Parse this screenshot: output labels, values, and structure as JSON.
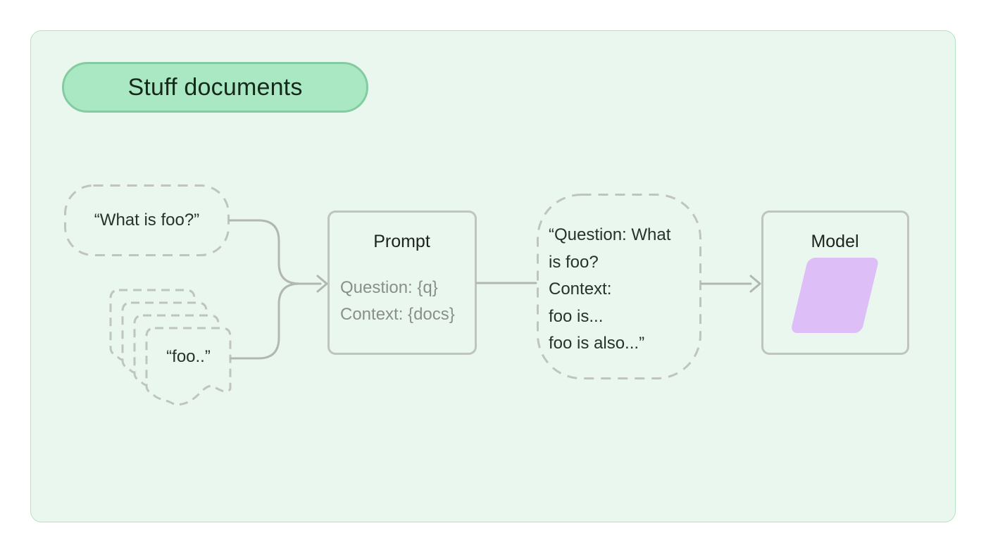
{
  "badge": {
    "label": "Stuff documents"
  },
  "nodes": {
    "question": {
      "text": "“What is foo?”"
    },
    "documents": {
      "text": "“foo..”"
    },
    "prompt": {
      "title": "Prompt",
      "lines": [
        "Question: {q}",
        "Context: {docs}"
      ]
    },
    "stuffed": {
      "lines": [
        "“Question: What",
        "is foo?",
        "Context:",
        "foo is...",
        "foo is also...”"
      ]
    },
    "model": {
      "title": "Model"
    }
  },
  "colors": {
    "page-bg": "#ffffff",
    "panel-bg": "#e9f7ee",
    "panel-border": "#b4e3c3",
    "badge-bg": "#a9e8c3",
    "badge-border": "#85cba2",
    "badge-text": "#16281c",
    "stroke-gray": "#c0c4be",
    "connector-gray": "#b3b7b1",
    "text-dark": "#26332a",
    "text-gray": "#8a8f89",
    "model-shape": "#ddbef7"
  }
}
